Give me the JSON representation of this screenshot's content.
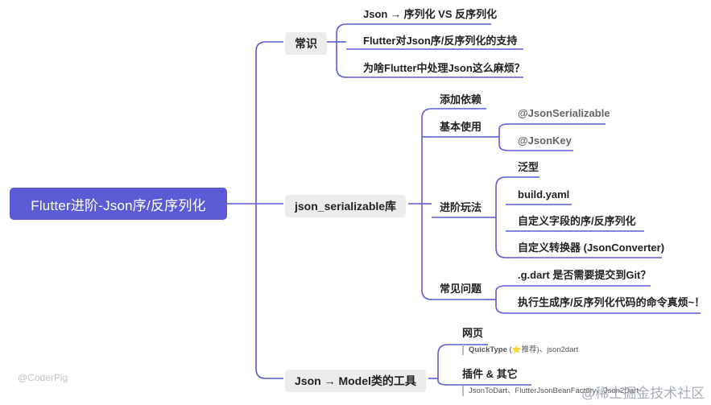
{
  "root": {
    "label": "Flutter进阶-Json序/反序列化"
  },
  "branches": {
    "changshi": {
      "label": "常识",
      "items": [
        "Json → 序列化 VS 反序列化",
        "Flutter对Json序/反序列化的支持",
        "为啥Flutter中处理Json这么麻烦？"
      ]
    },
    "json_serializable": {
      "label": "json_serializable库",
      "add_dep": "添加依赖",
      "basic": {
        "label": "基本使用",
        "items": [
          "@JsonSerializable",
          "@JsonKey"
        ]
      },
      "advanced": {
        "label": "进阶玩法",
        "items": [
          "泛型",
          "build.yaml",
          "自定义字段的序/反序列化",
          "自定义转换器 (JsonConverter)"
        ]
      },
      "faq": {
        "label": "常见问题",
        "items": [
          ".g.dart 是否需要提交到Git？",
          "执行生成序/反序列化代码的命令真烦~！"
        ]
      }
    },
    "tools": {
      "label": "Json → Model类的工具",
      "web": {
        "label": "网页",
        "note_bold": "QuickType",
        "note_star": "⭐",
        "note_rest": "推荐)、json2dart",
        "note_open": " ("
      },
      "plugins": {
        "label": "插件 & 其它",
        "note": "JsonToDart、FlutterJsonBeanFactory、Json2Dart"
      }
    }
  },
  "watermarks": {
    "left": "@CoderPig",
    "right": "@稀土掘金技术社区"
  },
  "colors": {
    "root_bg": "#5b5bd6",
    "line": "#5b5bd6",
    "branch_bg": "#ececec"
  }
}
